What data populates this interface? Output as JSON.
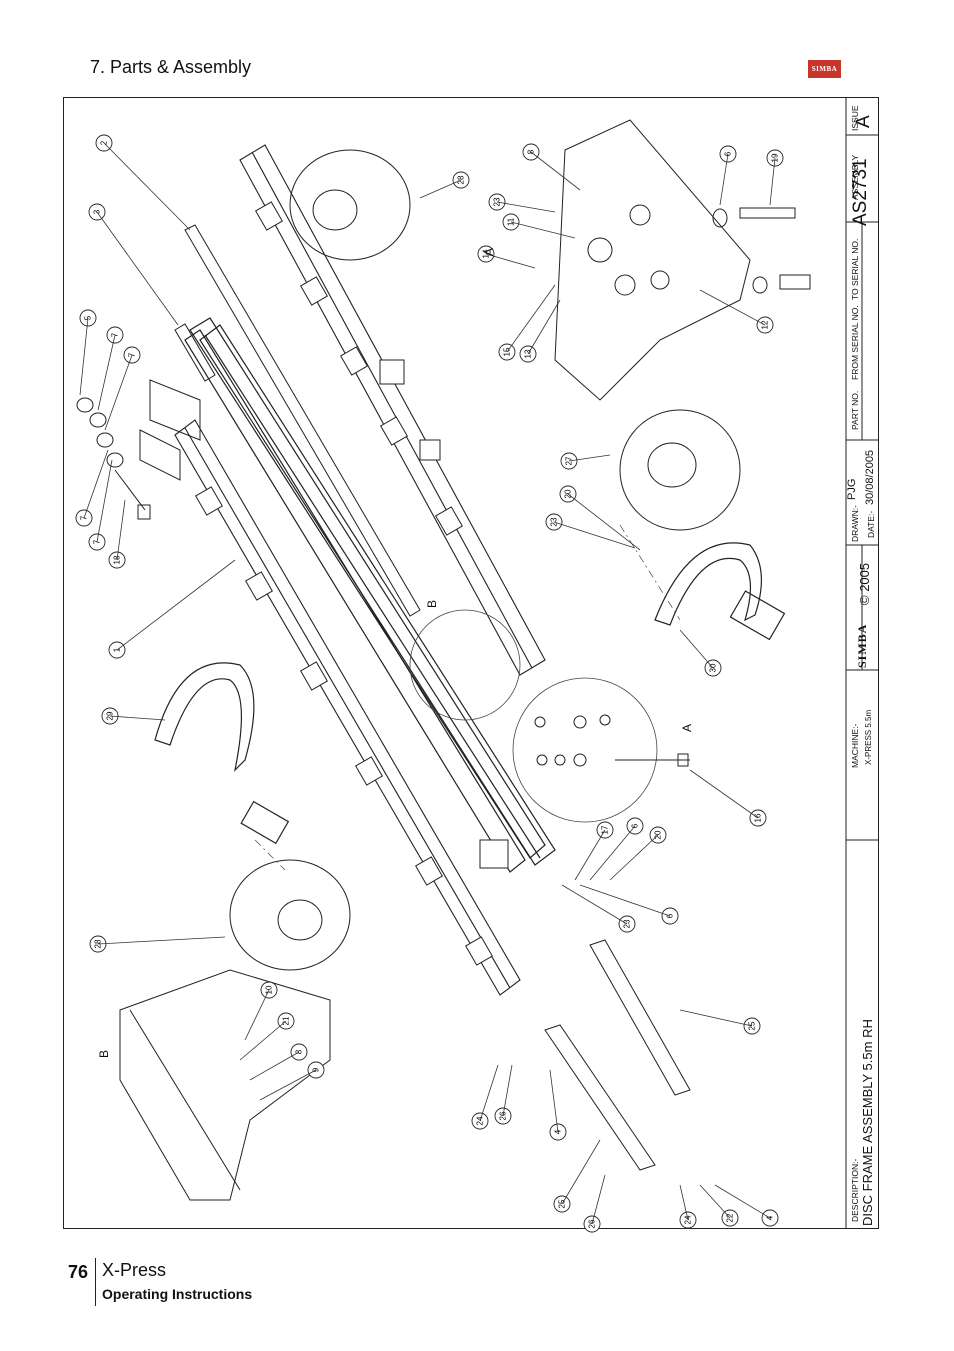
{
  "header": {
    "section_title": "7. Parts & Assembly",
    "logo_text": "SIMBA"
  },
  "footer": {
    "page_number": "76",
    "product": "X-Press",
    "subtitle": "Operating Instructions"
  },
  "title_block": {
    "description_label": "DESCRIPTION:-",
    "description": "DISC FRAME ASSEMBLY 5.5m RH",
    "machine_label": "MACHINE:-",
    "machine": "X-PRESS 5.5m",
    "logo": "SIMBA",
    "copyright": "© 2005",
    "drawn_label": "DRAWN:-",
    "drawn": "PJG",
    "date_label": "DATE:-",
    "date": "30/08/2005",
    "part_no_label": "PART NO.",
    "from_serial_label": "FROM SERIAL NO.",
    "to_serial_label": "TO SERIAL NO.",
    "assembly_label": "ASSEMBLY",
    "assembly_no": "AS2731",
    "issue_label": "ISSUE",
    "issue": "A"
  },
  "detail_labels": {
    "a": "A",
    "b": "B",
    "a_view": "A",
    "b_view": "B"
  },
  "callouts": [
    {
      "n": "2"
    },
    {
      "n": "3"
    },
    {
      "n": "5"
    },
    {
      "n": "7"
    },
    {
      "n": "7"
    },
    {
      "n": "7"
    },
    {
      "n": "7"
    },
    {
      "n": "18"
    },
    {
      "n": "1"
    },
    {
      "n": "29"
    },
    {
      "n": "28"
    },
    {
      "n": "28"
    },
    {
      "n": "8"
    },
    {
      "n": "23"
    },
    {
      "n": "11"
    },
    {
      "n": "14"
    },
    {
      "n": "15"
    },
    {
      "n": "13"
    },
    {
      "n": "6"
    },
    {
      "n": "19"
    },
    {
      "n": "12"
    },
    {
      "n": "27"
    },
    {
      "n": "20"
    },
    {
      "n": "23"
    },
    {
      "n": "30"
    },
    {
      "n": "16"
    },
    {
      "n": "17"
    },
    {
      "n": "6"
    },
    {
      "n": "20"
    },
    {
      "n": "23"
    },
    {
      "n": "6"
    },
    {
      "n": "25"
    },
    {
      "n": "10"
    },
    {
      "n": "21"
    },
    {
      "n": "8"
    },
    {
      "n": "9"
    },
    {
      "n": "24"
    },
    {
      "n": "26"
    },
    {
      "n": "4"
    },
    {
      "n": "25"
    },
    {
      "n": "26"
    },
    {
      "n": "24"
    },
    {
      "n": "22"
    },
    {
      "n": "4"
    }
  ]
}
